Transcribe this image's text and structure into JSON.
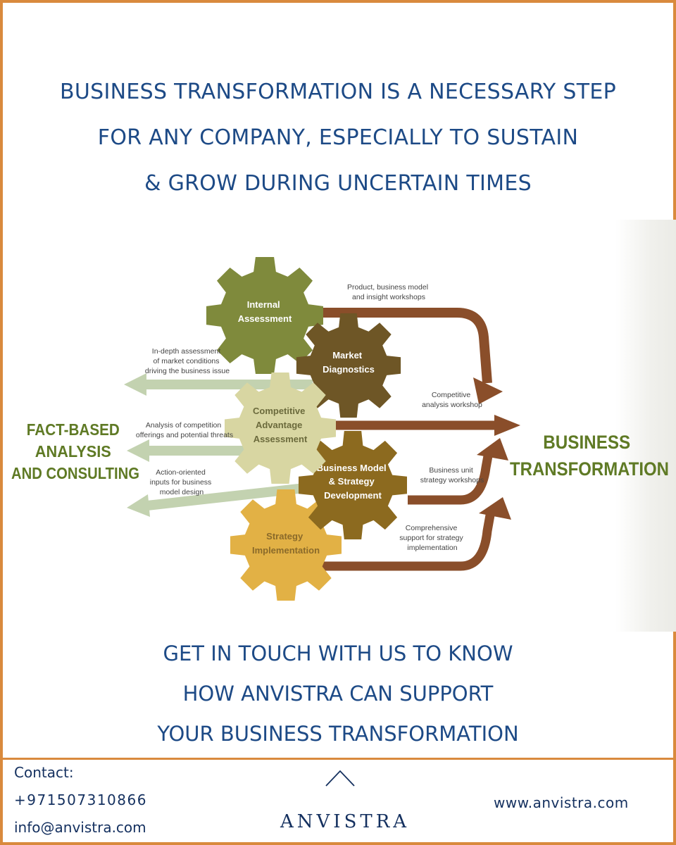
{
  "headline": {
    "lines": [
      "BUSINESS TRANSFORMATION IS A NECESSARY STEP",
      "FOR ANY COMPANY, ESPECIALLY TO SUSTAIN",
      "& GROW DURING UNCERTAIN TIMES"
    ]
  },
  "diagram": {
    "left_title": [
      "FACT-BASED",
      "ANALYSIS",
      "AND CONSULTING"
    ],
    "right_title": [
      "BUSINESS",
      "TRANSFORMATION"
    ],
    "gears": {
      "internal": [
        "Internal",
        "Assessment"
      ],
      "market": [
        "Market",
        "Diagnostics"
      ],
      "competitive": [
        "Competitive",
        "Advantage",
        "Assessment"
      ],
      "business_model": [
        "Business Model",
        "& Strategy",
        "Development"
      ],
      "strategy": [
        "Strategy",
        "Implementation"
      ]
    },
    "left_notes": {
      "note1": [
        "In-depth assessment",
        "of market conditions",
        "driving the business issue"
      ],
      "note2": [
        "Analysis of competition",
        "offerings and potential threats"
      ],
      "note3": [
        "Action-oriented",
        "inputs for business",
        "model design"
      ]
    },
    "right_notes": {
      "note1": [
        "Product, business model",
        "and insight workshops"
      ],
      "note2": [
        "Competitive",
        "analysis workshop"
      ],
      "note3": [
        "Business unit",
        "strategy workshops"
      ],
      "note4": [
        "Comprehensive",
        "support for strategy",
        "implementation"
      ]
    },
    "colors": {
      "gear_internal": "#7f8a3c",
      "gear_market": "#6e5626",
      "gear_competitive": "#d8d6a2",
      "gear_business_model": "#8c6a1f",
      "gear_strategy": "#e2b145",
      "arrow_brown": "#8a4e2a",
      "arrow_green": "#c3d2b0",
      "title_green": "#5f7a25"
    }
  },
  "cta": {
    "lines": [
      "GET IN TOUCH WITH US TO KNOW",
      "HOW ANVISTRA CAN SUPPORT",
      "YOUR BUSINESS TRANSFORMATION"
    ]
  },
  "footer": {
    "contact_label": "Contact:",
    "phone": "+971507310866",
    "email": "info@anvistra.com",
    "website": "www.anvistra.com",
    "logo_text": "ANVISTRA",
    "accent_color": "#d98a3d",
    "text_color": "#14305f"
  }
}
